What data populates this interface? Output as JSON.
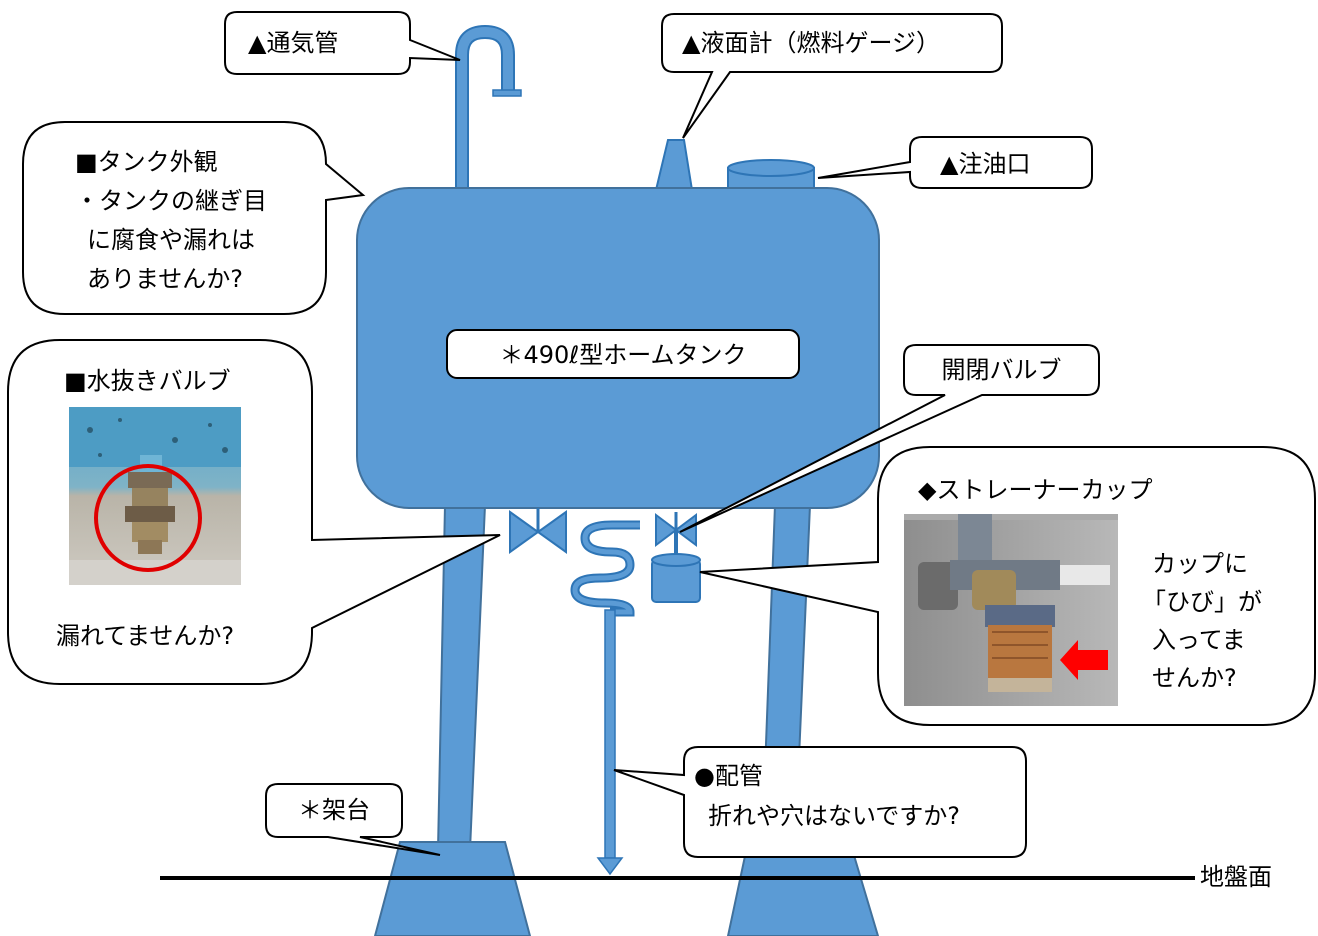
{
  "tank": {
    "label": "＊490ℓ型ホームタンク"
  },
  "vent_pipe": {
    "label": "▲通気管"
  },
  "level_gauge": {
    "label": "▲液面計（燃料ゲージ）"
  },
  "filler_port": {
    "label": "▲注油口"
  },
  "tank_exterior": {
    "title": "■タンク外観",
    "lines": [
      "・タンクの継ぎ目",
      "に腐食や漏れは",
      "ありませんか?"
    ]
  },
  "drain_valve": {
    "title": "■水抜きバルブ",
    "question": "漏れてませんか?"
  },
  "shutoff_valve": {
    "label": "開閉バルブ"
  },
  "strainer_cup": {
    "title": "◆ストレーナーカップ",
    "lines": [
      "カップに",
      "「ひび」が",
      "入ってま",
      "せんか?"
    ]
  },
  "piping": {
    "title": "●配管",
    "question": "折れや穴はないですか?"
  },
  "stand": {
    "label": "＊架台"
  },
  "ground": {
    "label": "地盤面"
  },
  "colors": {
    "tank_fill": "#5b9bd5",
    "outline": "#2e75b6",
    "ring": "#e00000",
    "arrow": "#ff0000"
  }
}
